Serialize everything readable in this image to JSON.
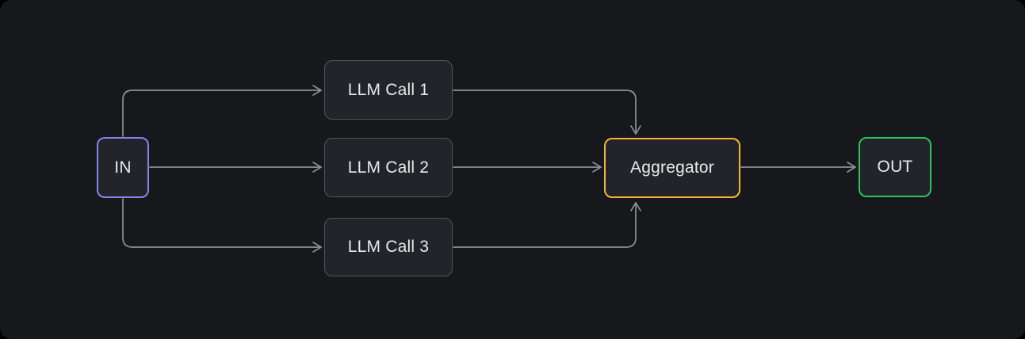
{
  "colors": {
    "page_background": "#000000",
    "canvas_background": "#17181b",
    "node_fill": "#232429",
    "node_border": "#4f555e",
    "connector": "#8b909a",
    "text": "#e8e9ec",
    "in_accent": "#8186f2",
    "aggregator_accent": "#f0b542",
    "out_accent": "#2bc261"
  },
  "diagram": {
    "type": "flowchart",
    "nodes": [
      {
        "id": "in",
        "label": "IN",
        "role": "input"
      },
      {
        "id": "llm-call-1",
        "label": "LLM Call 1",
        "role": "process"
      },
      {
        "id": "llm-call-2",
        "label": "LLM Call 2",
        "role": "process"
      },
      {
        "id": "llm-call-3",
        "label": "LLM Call 3",
        "role": "process"
      },
      {
        "id": "aggregator",
        "label": "Aggregator",
        "role": "aggregator"
      },
      {
        "id": "out",
        "label": "OUT",
        "role": "output"
      }
    ],
    "edges": [
      {
        "from": "in",
        "to": "llm-call-1"
      },
      {
        "from": "in",
        "to": "llm-call-2"
      },
      {
        "from": "in",
        "to": "llm-call-3"
      },
      {
        "from": "llm-call-1",
        "to": "aggregator"
      },
      {
        "from": "llm-call-2",
        "to": "aggregator"
      },
      {
        "from": "llm-call-3",
        "to": "aggregator"
      },
      {
        "from": "aggregator",
        "to": "out"
      }
    ]
  }
}
